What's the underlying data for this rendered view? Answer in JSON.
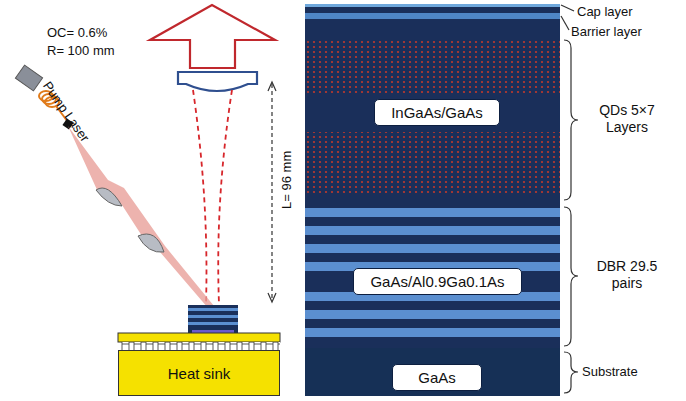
{
  "diagram": {
    "nodes": [
      {
        "text": [
          "Heat sink"
        ]
      },
      {
        "text": [
          "InGaAs/GaAs"
        ]
      },
      {
        "text": [
          "GaAs/Al0.9Ga0.1As"
        ]
      },
      {
        "text": [
          "GaAs"
        ]
      }
    ],
    "labels": [
      "OC= 0.6%",
      "R= 100 mm",
      "Pump Laser",
      "L= 96 mm",
      "Cap layer",
      "Barrier layer",
      "QDs 5×7 Layers",
      "DBR 29.5 pairs",
      "Substrate"
    ]
  }
}
